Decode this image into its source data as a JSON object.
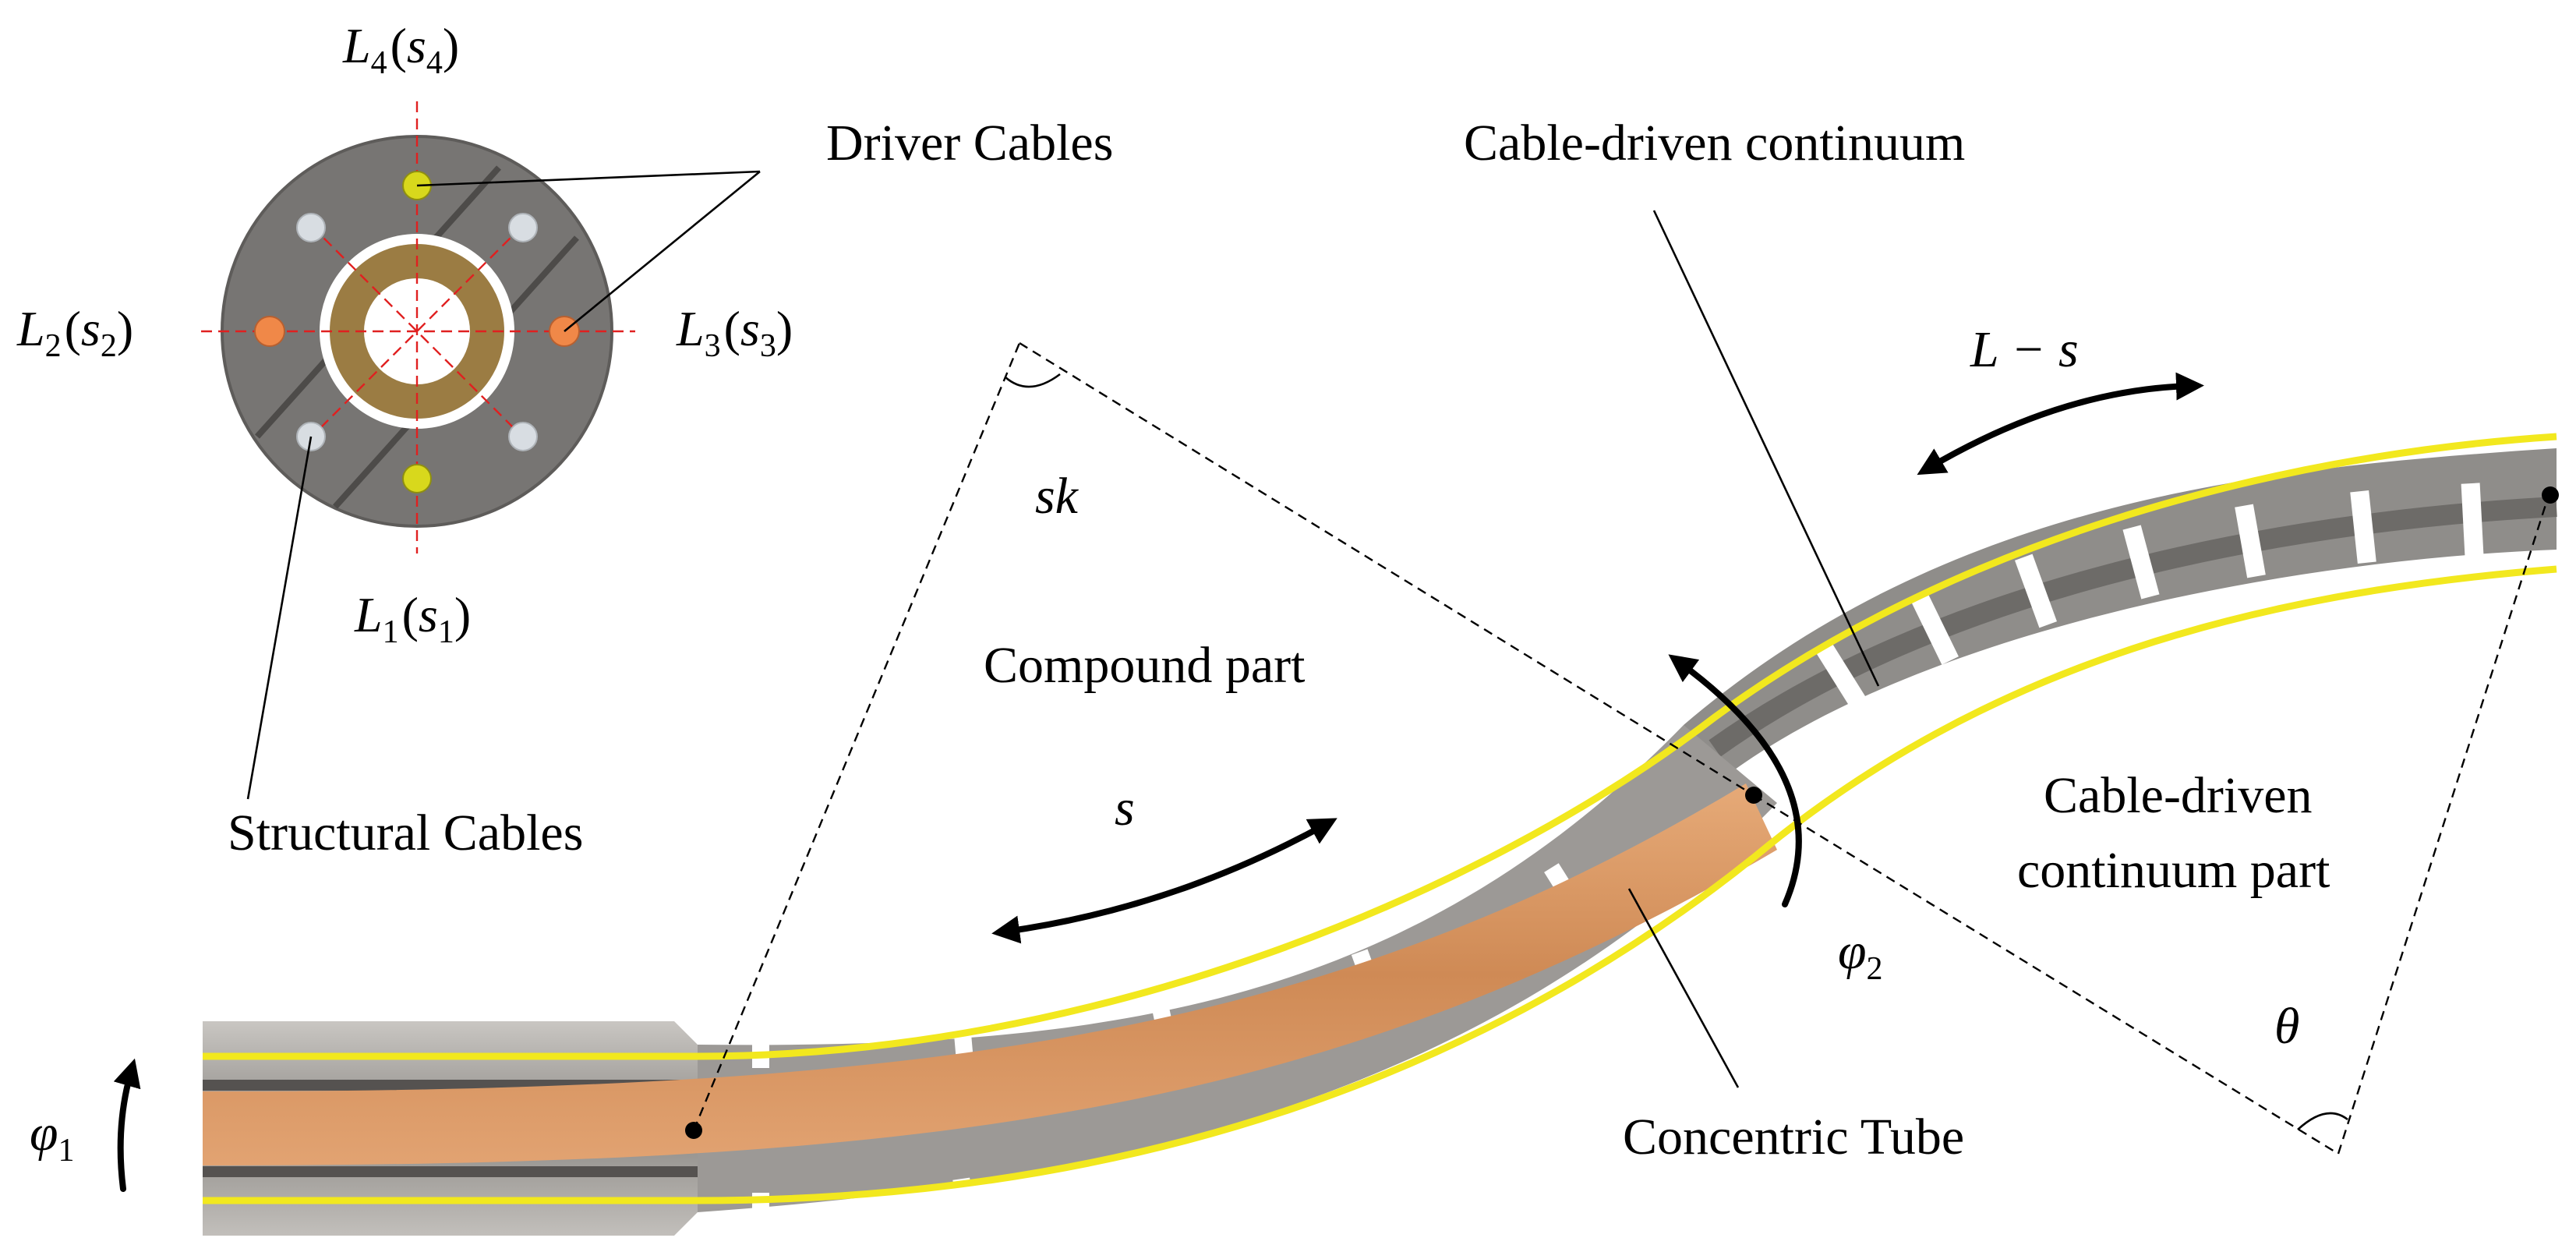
{
  "labels": {
    "driver_cables": "Driver Cables",
    "structural_cables": "Structural Cables",
    "cable_driven_continuum": "Cable-driven continuum",
    "compound_part": "Compound part",
    "cable_driven_part_line1": "Cable-driven",
    "cable_driven_part_line2": "continuum part",
    "concentric_tube": "Concentric Tube"
  },
  "symbols": {
    "L4": {
      "base": "L",
      "sub": "4",
      "arg": "s",
      "argsub": "4"
    },
    "L2": {
      "base": "L",
      "sub": "2",
      "arg": "s",
      "argsub": "2"
    },
    "L3": {
      "base": "L",
      "sub": "3",
      "arg": "s",
      "argsub": "3"
    },
    "L1": {
      "base": "L",
      "sub": "1",
      "arg": "s",
      "argsub": "1"
    },
    "sk": "sk",
    "s": "s",
    "L_minus_s": "L − s",
    "theta": "θ",
    "phi1": {
      "base": "φ",
      "sub": "1"
    },
    "phi2": {
      "base": "φ",
      "sub": "2"
    }
  },
  "colors": {
    "disk_gray": "#777573",
    "tube_brown": "#9b7c43",
    "driver_yellow": "#d8d81c",
    "driver_orange": "#f08848",
    "structural_white": "#d8dde2",
    "cable_yellow": "#f2e81e",
    "concentric_orange": "#d99664",
    "segment_gray": "#8f8d8a",
    "axis_red": "#e02020"
  }
}
